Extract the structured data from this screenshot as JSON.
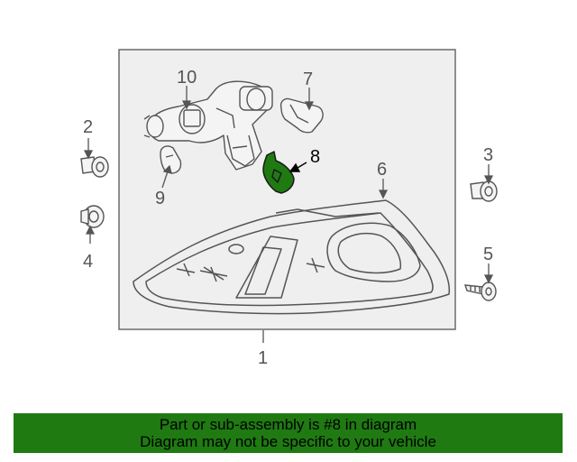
{
  "diagram": {
    "callouts": [
      {
        "id": "1",
        "text": "1"
      },
      {
        "id": "2",
        "text": "2"
      },
      {
        "id": "3",
        "text": "3"
      },
      {
        "id": "4",
        "text": "4"
      },
      {
        "id": "5",
        "text": "5"
      },
      {
        "id": "6",
        "text": "6"
      },
      {
        "id": "7",
        "text": "7"
      },
      {
        "id": "8",
        "text": "8"
      },
      {
        "id": "9",
        "text": "9"
      },
      {
        "id": "10",
        "text": "10"
      }
    ],
    "highlight_color": "#1f7a12",
    "line_color": "#555555"
  },
  "banner": {
    "line1": "Part or sub-assembly is #8 in diagram",
    "line2": "Diagram may not be specific to your vehicle"
  }
}
